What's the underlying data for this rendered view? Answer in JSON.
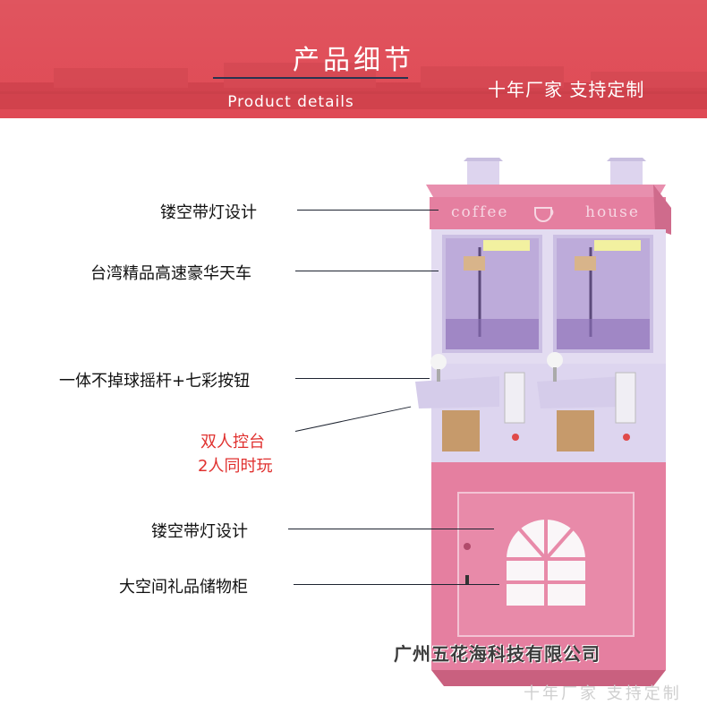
{
  "header": {
    "title_cn": "产品细节",
    "title_en": "Product details",
    "slogan": "十年厂家 支持定制"
  },
  "machine": {
    "sign_left": "coffee",
    "sign_right": "house"
  },
  "callouts": [
    {
      "text": "镂空带灯设计"
    },
    {
      "text": "台湾精品高速豪华天车"
    },
    {
      "text": "一体不掉球摇杆+七彩按钮"
    },
    {
      "text": "双人控台"
    },
    {
      "text": "2人同时玩"
    },
    {
      "text": "镂空带灯设计"
    },
    {
      "text": "大空间礼品储物柜"
    }
  ],
  "watermark": {
    "company": "广州五花海科技有限公司",
    "faint": "十年厂家 支持定制"
  },
  "colors": {
    "banner": "#df4a55",
    "machine_pink": "#e57fa0",
    "machine_lavender": "#e3dcf1",
    "highlight_text": "#e0312f"
  }
}
